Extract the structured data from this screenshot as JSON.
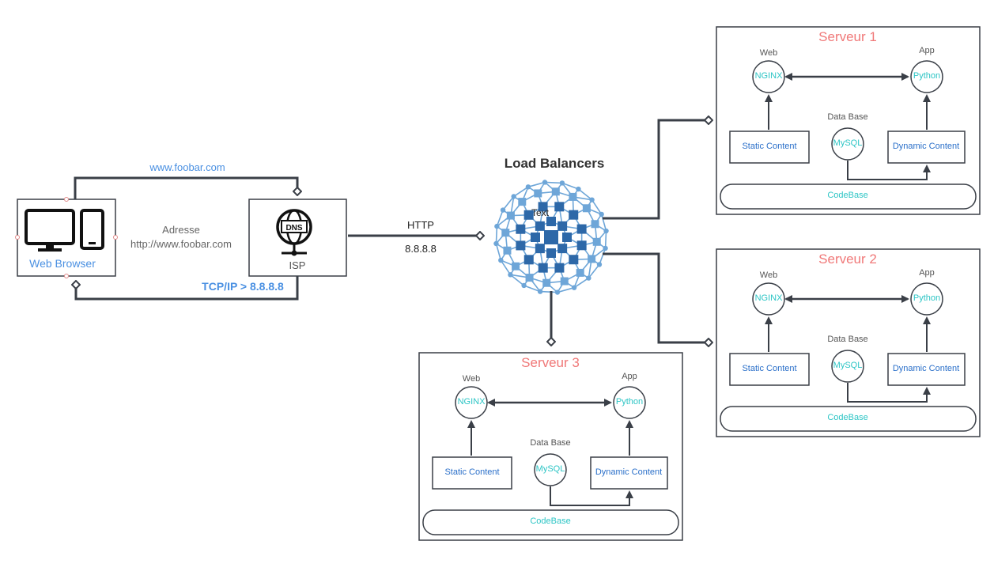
{
  "client": {
    "label": "Web Browser",
    "icon": "desktop-and-mobile-icon"
  },
  "isp": {
    "label": "ISP",
    "icon": "dns-globe-icon",
    "icon_text": "DNS"
  },
  "links": {
    "domain": "www.foobar.com",
    "address_title": "Adresse",
    "address_url": "http://www.foobar.com",
    "tcpip": "TCP/IP > 8.8.8.8",
    "http": "HTTP",
    "ip": "8.8.8.8"
  },
  "load_balancer": {
    "title": "Load Balancers",
    "overlay_text": "Text",
    "icon": "network-mesh-icon"
  },
  "servers": [
    {
      "title": "Serveur 1",
      "web_label": "Web",
      "web_node": "NGINX",
      "app_label": "App",
      "app_node": "Python",
      "db_label": "Data Base",
      "db_node": "MySQL",
      "static": "Static Content",
      "dynamic": "Dynamic Content",
      "codebase": "CodeBase"
    },
    {
      "title": "Serveur 2",
      "web_label": "Web",
      "web_node": "NGINX",
      "app_label": "App",
      "app_node": "Python",
      "db_label": "Data Base",
      "db_node": "MySQL",
      "static": "Static Content",
      "dynamic": "Dynamic Content",
      "codebase": "CodeBase"
    },
    {
      "title": "Serveur 3",
      "web_label": "Web",
      "web_node": "NGINX",
      "app_label": "App",
      "app_node": "Python",
      "db_label": "Data Base",
      "db_node": "MySQL",
      "static": "Static Content",
      "dynamic": "Dynamic Content",
      "codebase": "CodeBase"
    }
  ],
  "colors": {
    "line": "#3a3f47",
    "blue_text": "#4a90e2",
    "server_title": "#f07878",
    "teal": "#2cc5c5",
    "mesh_dark": "#2d68a8",
    "mesh_light": "#6ea6d8",
    "grey_text": "#666666"
  }
}
